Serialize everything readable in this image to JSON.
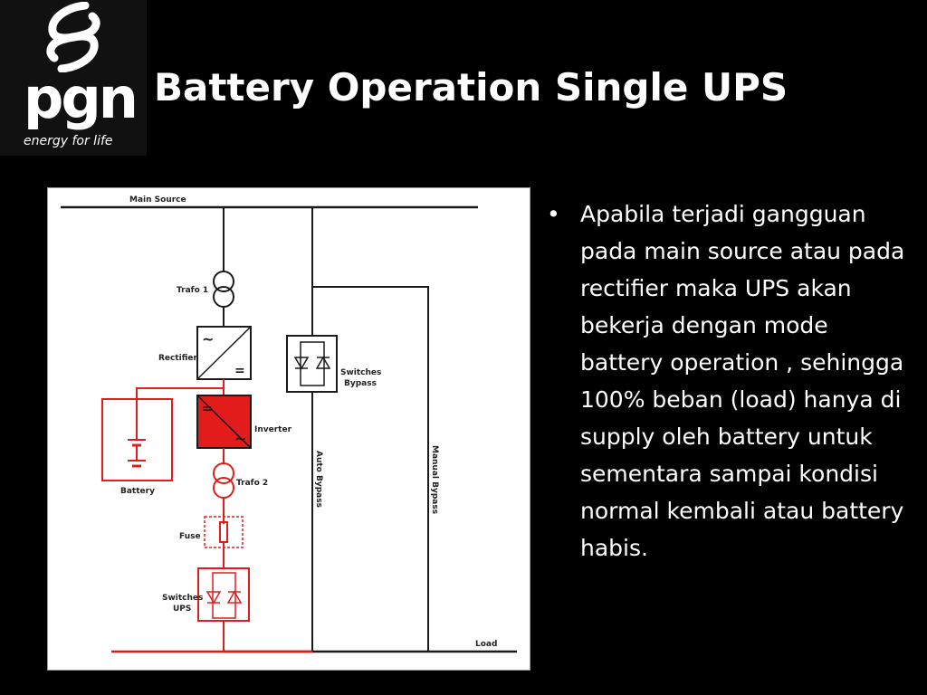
{
  "slide": {
    "title": "Battery Operation Single UPS",
    "bullet": "Apabila terjadi gangguan pada main source atau pada rectifier maka UPS akan bekerja dengan mode battery operation , sehingga 100% beban (load) hanya di supply oleh battery untuk sementara sampai kondisi normal kembali atau battery habis."
  },
  "logo": {
    "text": "pgn",
    "tagline": "energy for life"
  },
  "diagram": {
    "labels": {
      "main_source": "Main Source",
      "trafo1": "Trafo 1",
      "rectifier": "Rectifier",
      "inverter": "Inverter",
      "battery": "Battery",
      "trafo2": "Trafo 2",
      "fuse": "Fuse",
      "switches_ups_line1": "Switches",
      "switches_ups_line2": "UPS",
      "switches_bypass_line1": "Switches",
      "switches_bypass_line2": "Bypass",
      "auto_bypass": "Auto Bypass",
      "manual_bypass": "Manual Bypass",
      "load": "Load"
    },
    "symbols": {
      "ac": "~",
      "dc": "="
    }
  },
  "colors": {
    "active_path": "#e21b1b",
    "inactive_path": "#1a1a1a",
    "inverter_fill": "#e21b1b"
  }
}
